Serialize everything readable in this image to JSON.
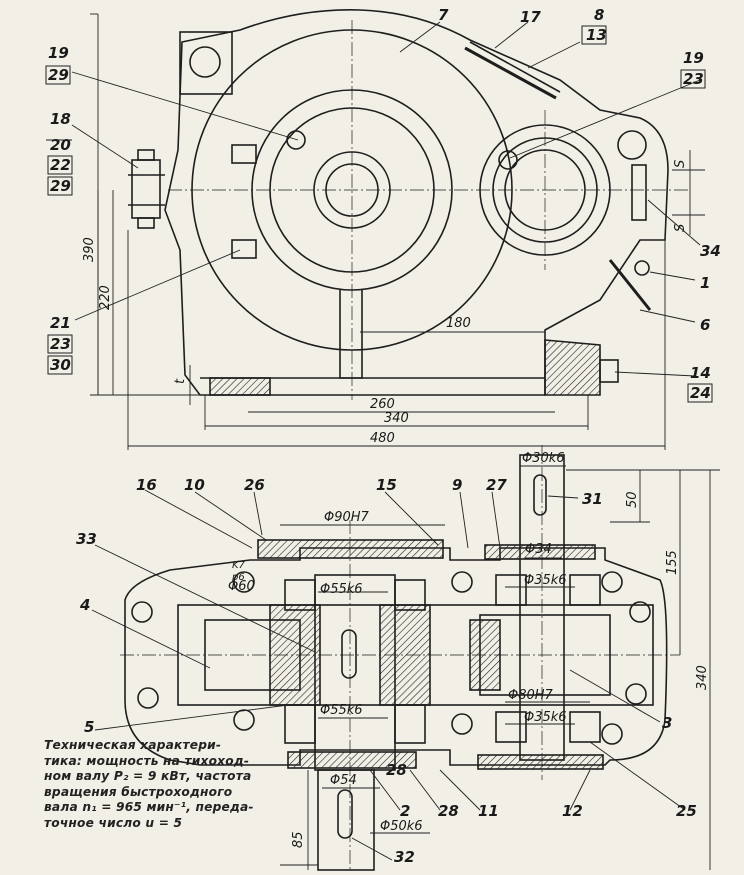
{
  "drawing": {
    "labels": {
      "l1": "1",
      "l3": "3",
      "l4": "4",
      "l5": "5",
      "l6": "6",
      "l7": "7",
      "l8": "8",
      "l9": "9",
      "l10": "10",
      "l11": "11",
      "l12": "12",
      "l13": "13",
      "l14": "14",
      "l15": "15",
      "l16": "16",
      "l17": "17",
      "l18": "18",
      "l19a": "19",
      "l19b": "19",
      "l20": "20",
      "l21": "21",
      "l22": "22",
      "l23a": "23",
      "l23b": "23",
      "l24": "24",
      "l25": "25",
      "l26": "26",
      "l27": "27",
      "l28a": "28",
      "l28b": "28",
      "l29a": "29",
      "l29b": "29",
      "l30": "30",
      "l31": "31",
      "l32": "32",
      "l33": "33",
      "l34": "34",
      "l2": "2"
    },
    "dimensions": {
      "d390": "390",
      "d220": "220",
      "d180": "180",
      "d260": "260",
      "d340": "340",
      "d480": "480",
      "d_t": "t",
      "d_s1": "S",
      "d_s2": "S",
      "d50": "50",
      "d155": "155",
      "d340v": "340",
      "d85": "85",
      "fit_90H7": "Φ90H7",
      "fit_30k6": "Φ30k6",
      "fit_34": "Φ34",
      "fit_35k6a": "Φ35k6",
      "fit_55k6a": "Φ55k6",
      "fit_55k6b": "Φ55k6",
      "fit_60": "Φ60",
      "fit_60_k7": "K7",
      "fit_60_p6": "p6",
      "fit_80H7": "Φ80H7",
      "fit_35k6b": "Φ35k6",
      "fit_54": "Φ54",
      "fit_50k6": "Φ50k6"
    },
    "note_lines": [
      "Техническая характери-",
      "тика: мощность на тихоход-",
      "ном валу P₂ = 9 кВт, частота",
      "вращения быстроходного",
      "вала n₁ = 965 мин⁻¹, переда-",
      "точное число  u = 5"
    ]
  }
}
